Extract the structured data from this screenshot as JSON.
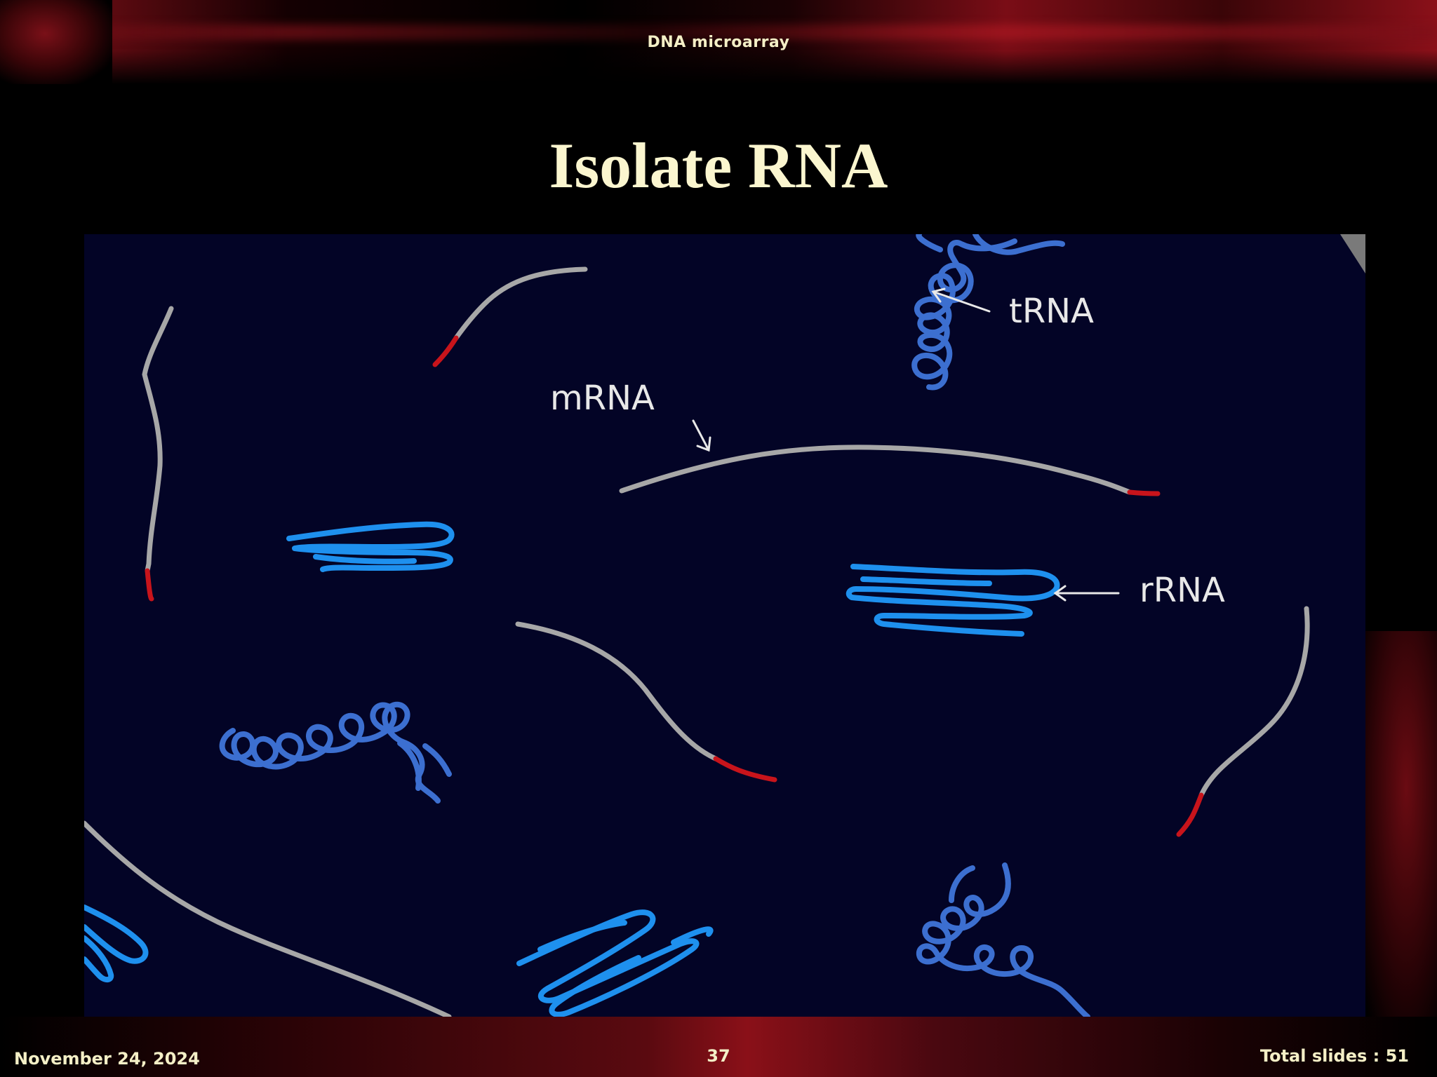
{
  "header": {
    "text": "DNA microarray"
  },
  "slide": {
    "title": "Isolate RNA"
  },
  "figure": {
    "labels": {
      "trna": "tRNA",
      "mrna": "mRNA",
      "rrna": "rRNA"
    },
    "colors": {
      "background": "#030426",
      "strand_gray": "#a7a7a7",
      "cap_red": "#c8141b",
      "trna_blue": "#3c6fd0",
      "rrna_blue": "#1e90ee"
    }
  },
  "footer": {
    "date": "November 24, 2024",
    "slide_number": "37",
    "total": "Total slides : 51"
  }
}
